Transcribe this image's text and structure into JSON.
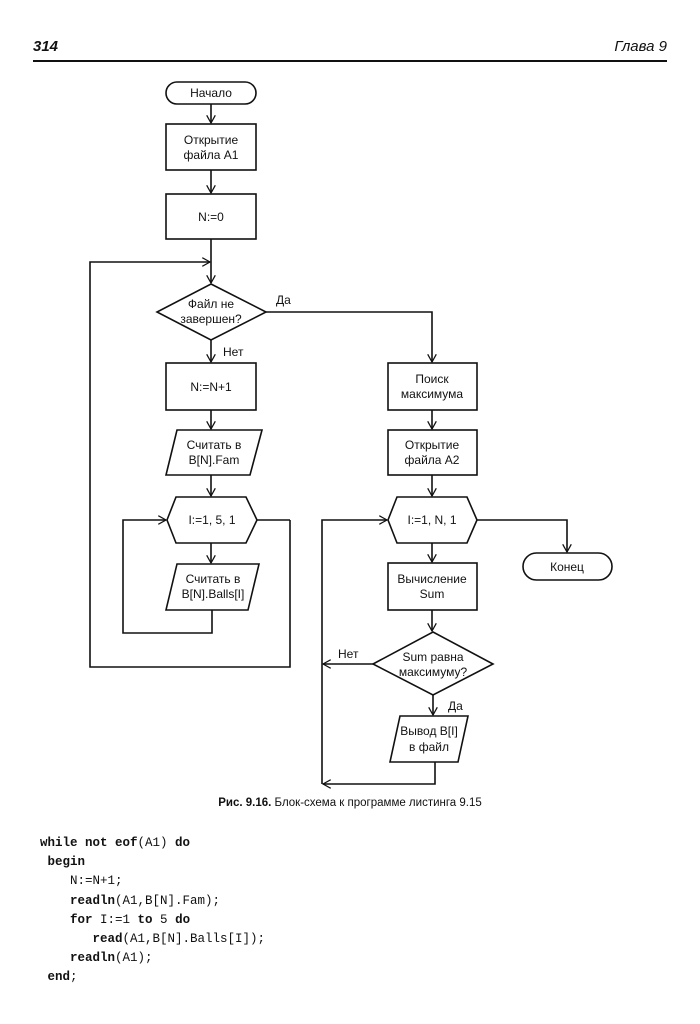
{
  "header": {
    "page_number": "314",
    "chapter": "Глава 9"
  },
  "flowchart": {
    "start": "Начало",
    "open_a1": [
      "Открытие",
      "файла А1"
    ],
    "init_n": "N:=0",
    "cond_eof": [
      "Файл не",
      "завершен?"
    ],
    "label_yes_1": "Да",
    "label_no_1": "Нет",
    "inc_n": "N:=N+1",
    "read_fam": [
      "Считать в",
      "B[N].Fam"
    ],
    "loop_i_5": "I:=1, 5, 1",
    "read_balls": [
      "Считать в",
      "B[N].Balls[I]"
    ],
    "find_max": [
      "Поиск",
      "максимума"
    ],
    "open_a2": [
      "Открытие",
      "файла А2"
    ],
    "loop_i_n": "I:=1, N, 1",
    "end": "Конец",
    "calc_sum": [
      "Вычисление",
      "Sum"
    ],
    "cond_max": [
      "Sum равна",
      "максимуму?"
    ],
    "label_no_2": "Нет",
    "label_yes_2": "Да",
    "output": [
      "Вывод B[I]",
      "в файл"
    ]
  },
  "caption": {
    "prefix": "Рис. 9.16.",
    "text": " Блок-схема к программе листинга 9.15"
  },
  "code": [
    [
      {
        "t": "while not eof",
        "kw": true
      },
      {
        "t": "(A1) ",
        "kw": false
      },
      {
        "t": "do",
        "kw": true
      }
    ],
    [
      {
        "t": " begin",
        "kw": true
      }
    ],
    [
      {
        "t": "    N:=N+1;",
        "kw": false
      }
    ],
    [
      {
        "t": "    readln",
        "kw": true
      },
      {
        "t": "(A1,B[N].Fam);",
        "kw": false
      }
    ],
    [
      {
        "t": "    for",
        "kw": true
      },
      {
        "t": " I:=1 ",
        "kw": false
      },
      {
        "t": "to",
        "kw": true
      },
      {
        "t": " 5 ",
        "kw": false
      },
      {
        "t": "do",
        "kw": true
      }
    ],
    [
      {
        "t": "       read",
        "kw": true
      },
      {
        "t": "(A1,B[N].Balls[I]);",
        "kw": false
      }
    ],
    [
      {
        "t": "    readln",
        "kw": true
      },
      {
        "t": "(A1);",
        "kw": false
      }
    ],
    [
      {
        "t": " end",
        "kw": true
      },
      {
        "t": ";",
        "kw": false
      }
    ]
  ]
}
